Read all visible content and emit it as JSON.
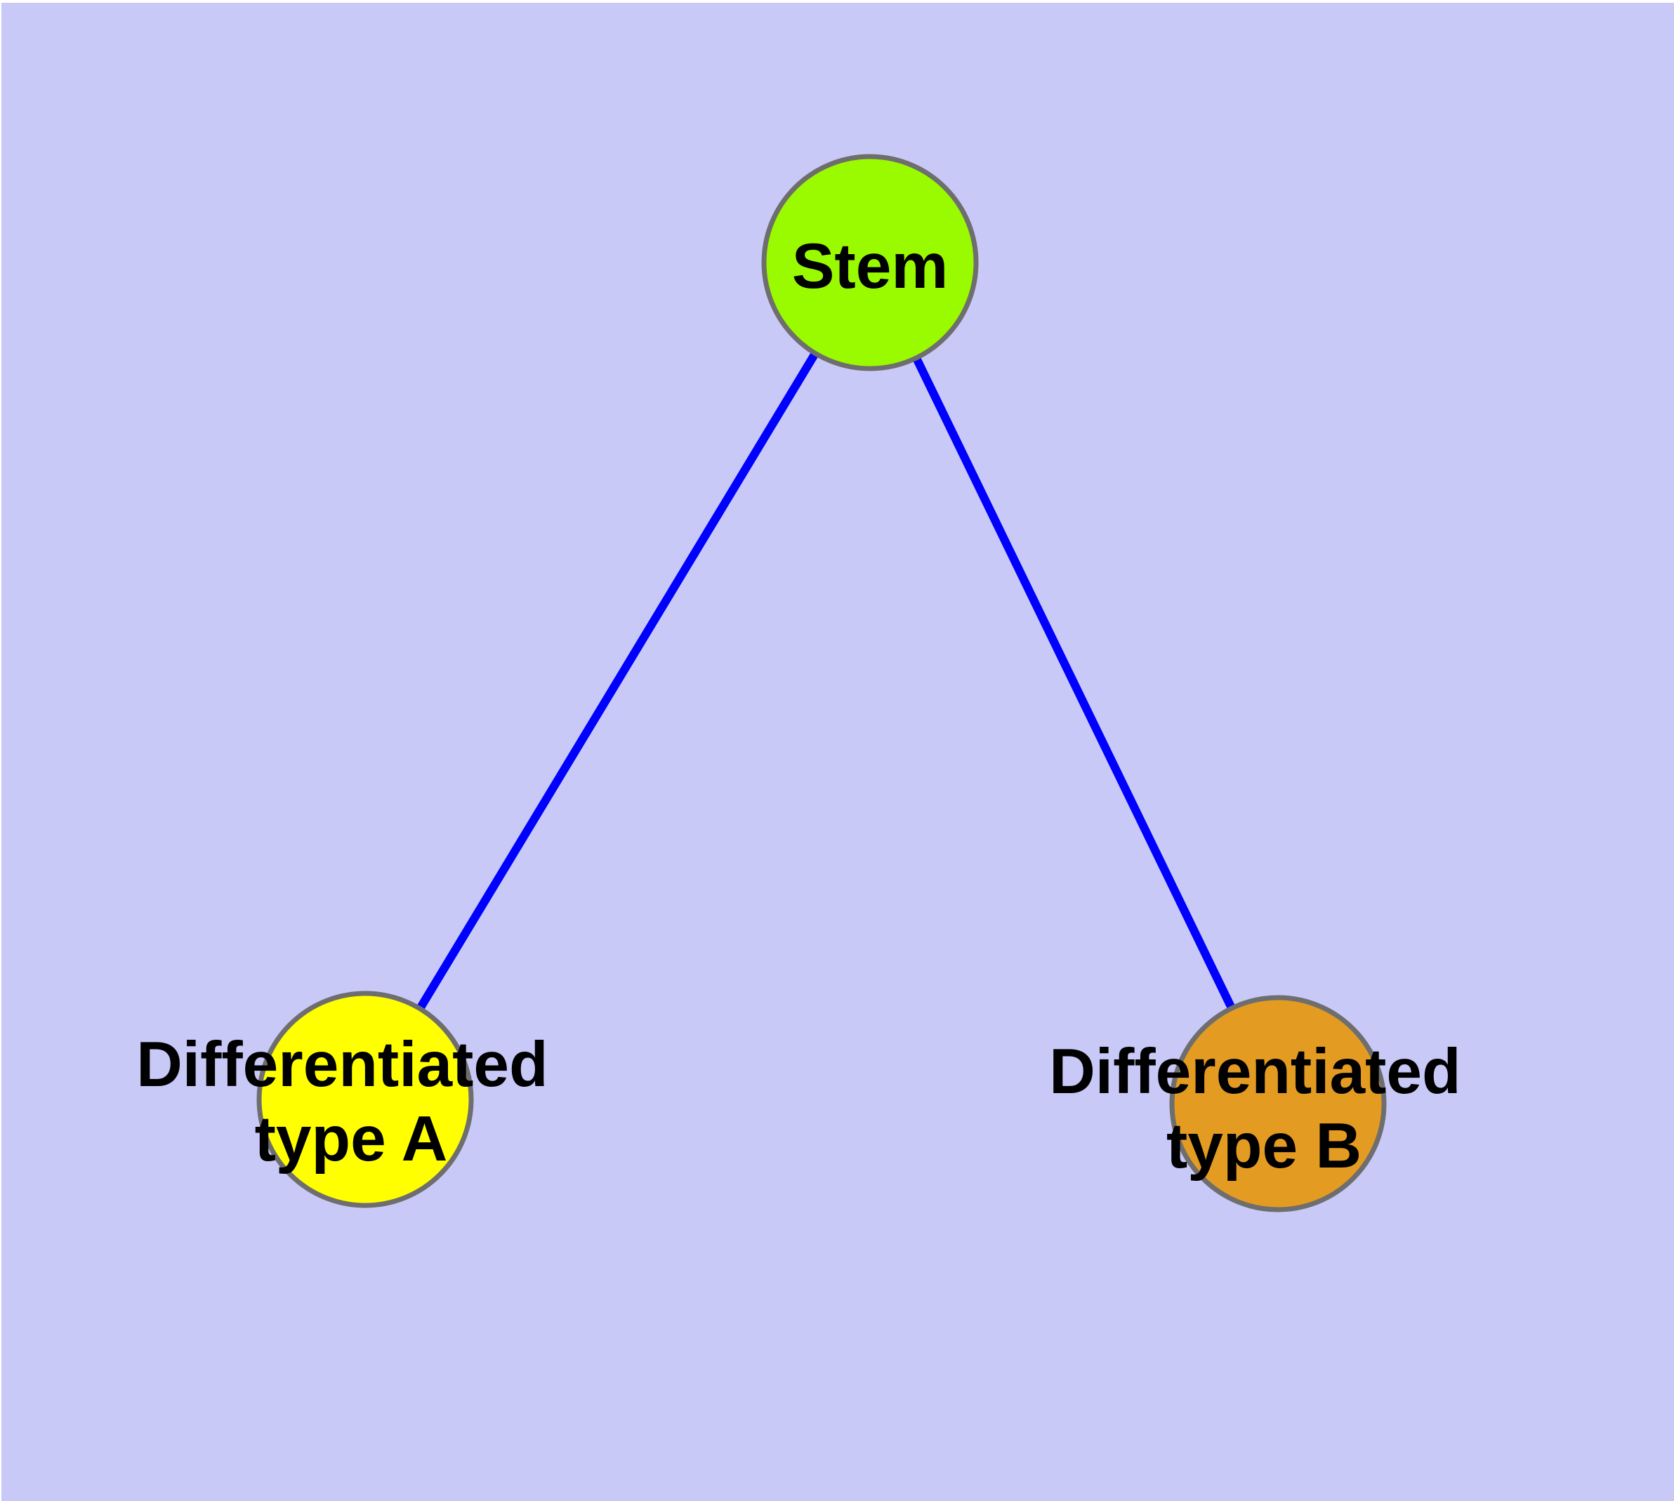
{
  "diagram": {
    "background_color": "#C9C9F8",
    "margin_color": "#FFFFFF",
    "edge_color": "#0000FF",
    "node_border_color": "#6E6E6E",
    "label_color": "#000000",
    "nodes": [
      {
        "id": "stem",
        "label": "Stem",
        "fill": "#9AFB00"
      },
      {
        "id": "differentiated-type-a",
        "label_line1": "Differentiated",
        "label_line2": "type A",
        "fill": "#FFFF00"
      },
      {
        "id": "differentiated-type-b",
        "label_line1": "Differentiated",
        "label_line2": "type B",
        "fill": "#E49B22"
      }
    ],
    "edges": [
      {
        "from": "stem",
        "to": "differentiated-type-a"
      },
      {
        "from": "stem",
        "to": "differentiated-type-b"
      }
    ]
  }
}
